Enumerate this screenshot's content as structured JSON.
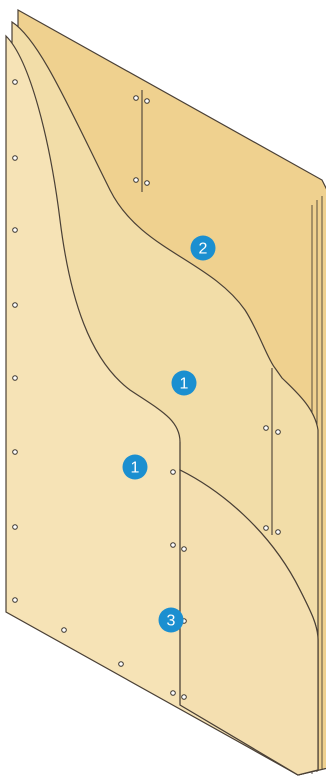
{
  "colors": {
    "board_light": "#f6e3b6",
    "board_mid": "#f2dda8",
    "board_dark": "#efd18f",
    "edge": "#d9be87",
    "outline": "#4a4036",
    "badge": "#1b8fd0"
  },
  "badges": [
    {
      "label": "1"
    },
    {
      "label": "1"
    },
    {
      "label": "2"
    },
    {
      "label": "3"
    }
  ]
}
